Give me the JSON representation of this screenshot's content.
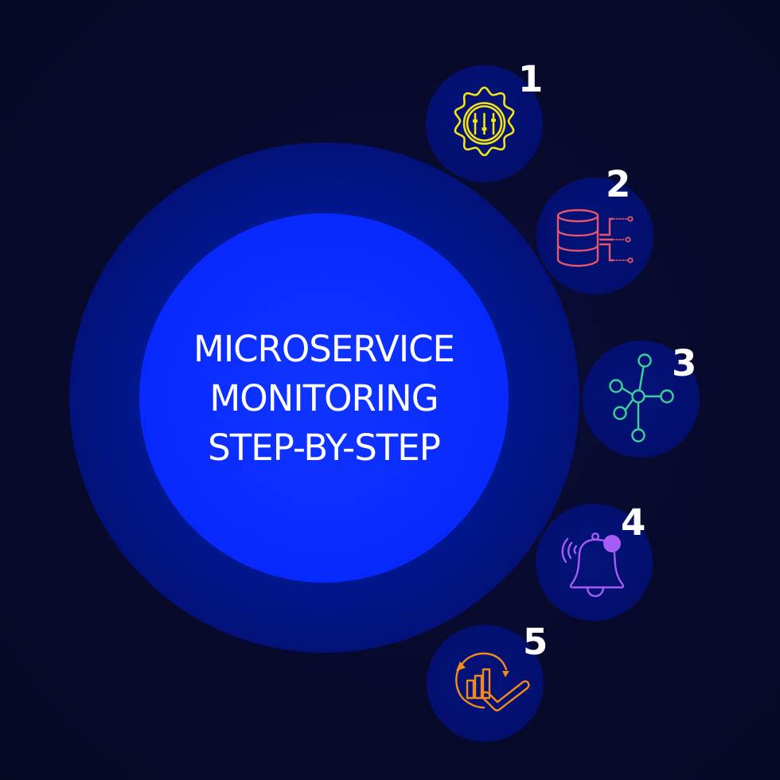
{
  "title": {
    "lines": [
      "MICROSERVICE",
      "MONITORING",
      "STEP-BY-STEP"
    ]
  },
  "colors": {
    "background": "#070928",
    "outer_circle": "#021586",
    "inner_circle": "#0a2cff",
    "step_circle": "#03106e",
    "step1_icon": "#f2e21a",
    "step2_icon": "#e5566b",
    "step3_icon": "#3ad29a",
    "step4_icon": "#a45cf5",
    "step5_icon": "#f28a1c",
    "numerals": "#ffffff"
  },
  "steps": [
    {
      "number": "1",
      "icon": "gear-sliders-icon"
    },
    {
      "number": "2",
      "icon": "database-connections-icon"
    },
    {
      "number": "3",
      "icon": "network-nodes-icon"
    },
    {
      "number": "4",
      "icon": "alert-bell-icon"
    },
    {
      "number": "5",
      "icon": "chart-cycle-check-icon"
    }
  ]
}
